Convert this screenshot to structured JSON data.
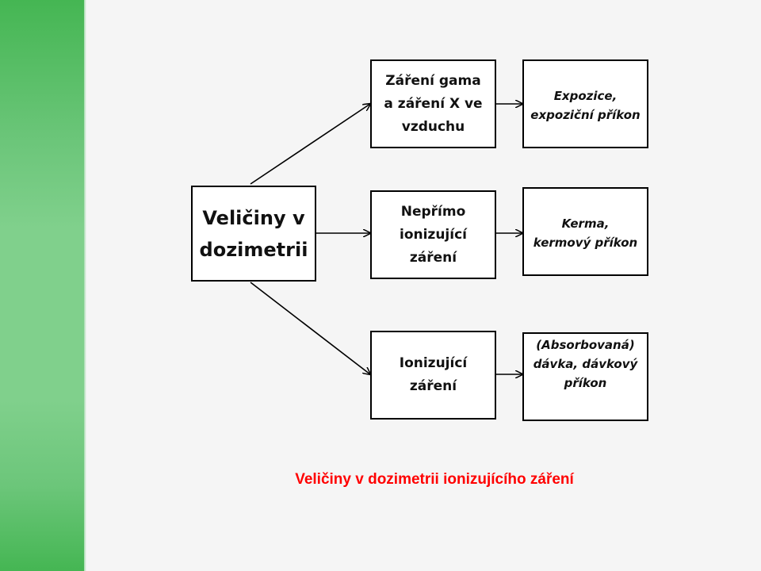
{
  "main_node": {
    "line1": "Veličiny v",
    "line2": "dozimetrii"
  },
  "categories": [
    {
      "lines": [
        "Záření gama",
        "a záření X ve",
        "vzduchu"
      ]
    },
    {
      "lines": [
        "Nepřímo",
        "ionizující",
        "záření"
      ]
    },
    {
      "lines": [
        "Ionizující",
        "záření"
      ]
    }
  ],
  "quantities": [
    {
      "lines": [
        "Expozice,",
        "expoziční příkon"
      ]
    },
    {
      "lines": [
        "Kerma,",
        "kermový příkon"
      ]
    },
    {
      "lines": [
        "(Absorbovaná)",
        "dávka, dávkový",
        "příkon"
      ]
    }
  ],
  "caption": "Veličiny v dozimetrii ionizujícího záření",
  "colors": {
    "accent_bar": "#80d08c",
    "caption": "#ff0000"
  }
}
